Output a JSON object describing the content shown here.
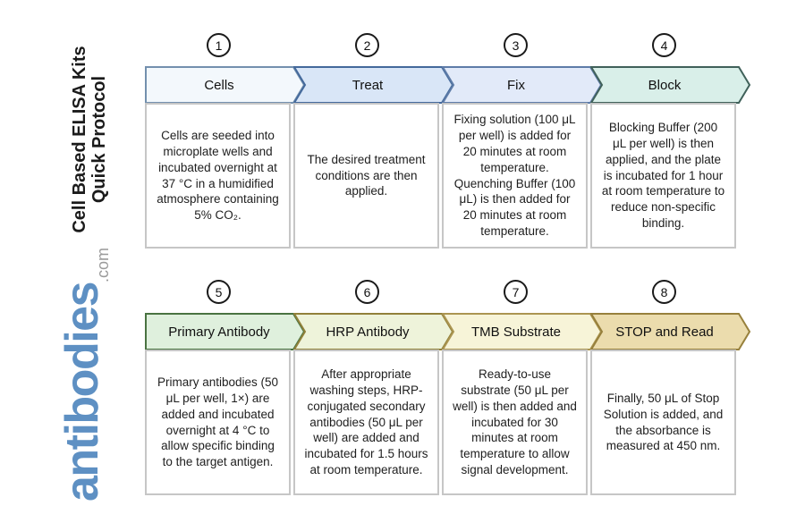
{
  "page": {
    "background": "#ffffff"
  },
  "sidebar": {
    "title_line1": "Cell Based ELISA Kits",
    "title_line2": "Quick Protocol",
    "logo_main": "antibodies",
    "logo_suffix": ".com",
    "logo_color": "#5e90c3",
    "logo_suffix_color": "#9a9a9a"
  },
  "badge_border_color": "#1a1a1a",
  "steps": [
    {
      "number": "1",
      "label": "Cells",
      "description": "Cells are seeded into microplate wells and incubated overnight at 37 °C in a humidified atmosphere containing 5% CO₂.",
      "fill": "#f3f8fc",
      "stroke": "#7390ae"
    },
    {
      "number": "2",
      "label": "Treat",
      "description": "The desired treatment conditions are then applied.",
      "fill": "#d9e6f7",
      "stroke": "#44699b"
    },
    {
      "number": "3",
      "label": "Fix",
      "description": "Fixing solution (100 μL per well) is added for 20 minutes at room temperature. Quenching Buffer (100 μL) is then added for 20 minutes at room temperature.",
      "fill": "#e2eaf9",
      "stroke": "#5e7ca8"
    },
    {
      "number": "4",
      "label": "Block",
      "description": "Blocking Buffer (200 μL per well) is then applied, and the plate is incubated for 1 hour at room temperature to reduce non-specific binding.",
      "fill": "#d9efe9",
      "stroke": "#40615a"
    },
    {
      "number": "5",
      "label": "Primary Antibody",
      "description": "Primary antibodies (50 μL per well, 1×) are added and incubated overnight at 4 °C to allow specific binding to the target antigen.",
      "fill": "#dff0dd",
      "stroke": "#497341"
    },
    {
      "number": "6",
      "label": "HRP Antibody",
      "description": "After appropriate washing steps, HRP-conjugated secondary antibodies (50 μL per well) are added and incubated for 1.5 hours at room temperature.",
      "fill": "#eef3da",
      "stroke": "#91803a"
    },
    {
      "number": "7",
      "label": "TMB Substrate",
      "description": "Ready-to-use substrate (50 μL per well) is then added and incubated for 30 minutes at room temperature to allow signal development.",
      "fill": "#f7f4d8",
      "stroke": "#ab9551"
    },
    {
      "number": "8",
      "label": "STOP and Read",
      "description": "Finally, 50 μL of Stop Solution is added, and the absorbance is measured at 450 nm.",
      "fill": "#ebdcad",
      "stroke": "#97803c"
    }
  ]
}
